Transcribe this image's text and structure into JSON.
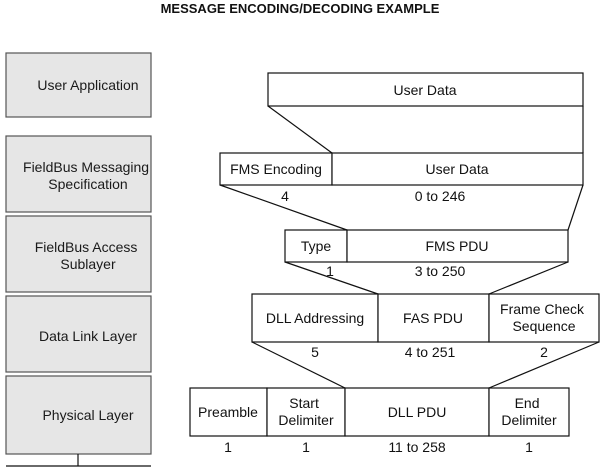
{
  "title": "MESSAGE ENCODING/DECODING EXAMPLE",
  "colors": {
    "layer_fill": "#e6e6e6",
    "stroke": "#111111",
    "layer_stroke": "#555555"
  },
  "layers": [
    {
      "lines": [
        "User Application"
      ]
    },
    {
      "lines": [
        "FieldBus Messaging",
        "Specification"
      ]
    },
    {
      "lines": [
        "FieldBus Access",
        "Sublayer"
      ]
    },
    {
      "lines": [
        "Data Link Layer"
      ]
    },
    {
      "lines": [
        "Physical Layer"
      ]
    }
  ],
  "rows": {
    "user": {
      "fields": [
        {
          "lines": [
            "User Data"
          ],
          "size": ""
        }
      ]
    },
    "fms": {
      "fields": [
        {
          "lines": [
            "FMS Encoding"
          ],
          "size": "4"
        },
        {
          "lines": [
            "User Data"
          ],
          "size": "0 to 246"
        }
      ]
    },
    "fas": {
      "fields": [
        {
          "lines": [
            "Type"
          ],
          "size": "1"
        },
        {
          "lines": [
            "FMS PDU"
          ],
          "size": "3 to 250"
        }
      ]
    },
    "dll": {
      "fields": [
        {
          "lines": [
            "DLL Addressing"
          ],
          "size": "5"
        },
        {
          "lines": [
            "FAS PDU"
          ],
          "size": "4 to 251"
        },
        {
          "lines": [
            "Frame Check",
            "Sequence"
          ],
          "size": "2"
        }
      ]
    },
    "phy": {
      "fields": [
        {
          "lines": [
            "Preamble"
          ],
          "size": "1"
        },
        {
          "lines": [
            "Start",
            "Delimiter"
          ],
          "size": "1"
        },
        {
          "lines": [
            "DLL PDU"
          ],
          "size": "11 to 258"
        },
        {
          "lines": [
            "End",
            "Delimiter"
          ],
          "size": "1"
        }
      ]
    }
  }
}
